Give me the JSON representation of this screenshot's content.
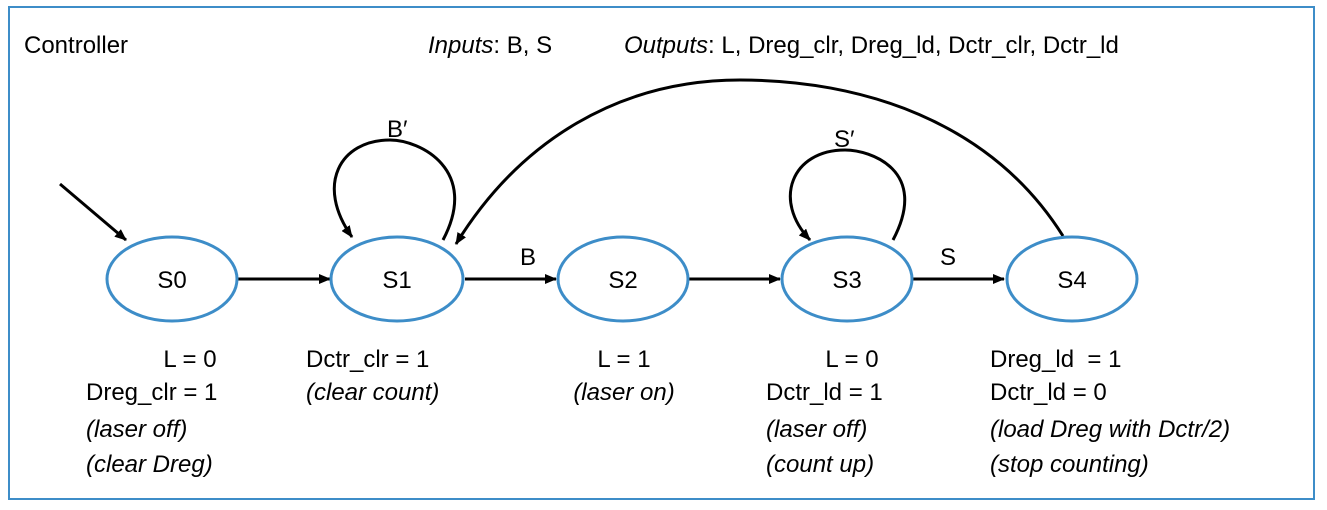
{
  "title": "Controller",
  "io": {
    "inputs_label": "Inputs",
    "inputs_value": ": B, S",
    "outputs_label": "Outputs",
    "outputs_value": ": L, Dreg_clr, Dreg_ld, Dctr_clr, Dctr_ld"
  },
  "colors": {
    "border": "#3d8dc8",
    "state_stroke": "#3d8dc8",
    "edge": "#000000"
  },
  "states": [
    {
      "id": "S0",
      "label": "S0",
      "initial": true,
      "actions": [
        "L = 0",
        "Dreg_clr = 1"
      ],
      "comments": [
        "(laser off)",
        "(clear Dreg)"
      ]
    },
    {
      "id": "S1",
      "label": "S1",
      "actions": [
        "Dctr_clr = 1"
      ],
      "comments": [
        "(clear count)"
      ]
    },
    {
      "id": "S2",
      "label": "S2",
      "actions": [
        "L = 1"
      ],
      "comments": [
        "(laser on)"
      ]
    },
    {
      "id": "S3",
      "label": "S3",
      "actions": [
        "L = 0",
        "Dctr_ld = 1"
      ],
      "comments": [
        "(laser off)",
        "(count up)"
      ]
    },
    {
      "id": "S4",
      "label": "S4",
      "actions": [
        "Dreg_ld  = 1",
        "Dctr_ld = 0"
      ],
      "comments": [
        "(load Dreg with Dctr/2)",
        "(stop counting)"
      ]
    }
  ],
  "transitions": [
    {
      "from": "S0",
      "to": "S1",
      "label": ""
    },
    {
      "from": "S1",
      "to": "S1",
      "label": "B′"
    },
    {
      "from": "S1",
      "to": "S2",
      "label": "B"
    },
    {
      "from": "S2",
      "to": "S3",
      "label": ""
    },
    {
      "from": "S3",
      "to": "S3",
      "label": "S′"
    },
    {
      "from": "S3",
      "to": "S4",
      "label": "S"
    },
    {
      "from": "S4",
      "to": "S1",
      "label": ""
    }
  ]
}
